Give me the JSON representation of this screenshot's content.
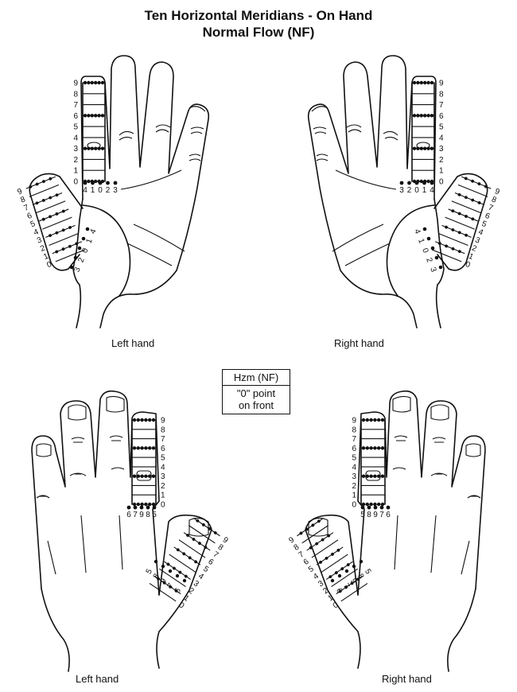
{
  "title_line1": "Ten Horizontal Meridians - On Hand",
  "title_line2": "Normal Flow (NF)",
  "captions": {
    "top_left": "Left hand",
    "top_right": "Right hand",
    "bottom_left": "Left hand",
    "bottom_right": "Right hand"
  },
  "legend": {
    "header": "Hzm (NF)",
    "line1": "\"0\" point",
    "line2": "on front"
  },
  "finger_scale": [
    "9",
    "8",
    "7",
    "6",
    "5",
    "4",
    "3",
    "2",
    "1",
    "0"
  ],
  "front_left_base": [
    "4",
    "1",
    "0",
    "2",
    "3"
  ],
  "front_right_base": [
    "3",
    "2",
    "0",
    "1",
    "4"
  ],
  "front_left_thumb_side": [
    "9",
    "8",
    "7",
    "6",
    "5",
    "4",
    "3",
    "2",
    "1",
    "0"
  ],
  "front_left_thumb_base": [
    "3",
    "2",
    "0",
    "1",
    "4"
  ],
  "front_right_thumb_side": [
    "9",
    "8",
    "7",
    "6",
    "5",
    "4",
    "3",
    "2",
    "1",
    "0"
  ],
  "front_right_thumb_base": [
    "4",
    "1",
    "0",
    "2",
    "3"
  ],
  "back_left_base": [
    "6",
    "7",
    "9",
    "8",
    "5"
  ],
  "back_right_base": [
    "5",
    "8",
    "9",
    "7",
    "6"
  ],
  "back_left_thumb_base": [
    "5",
    "8",
    "9",
    "7",
    "6"
  ],
  "back_right_thumb_base": [
    "6",
    "7",
    "9",
    "8",
    "5"
  ]
}
